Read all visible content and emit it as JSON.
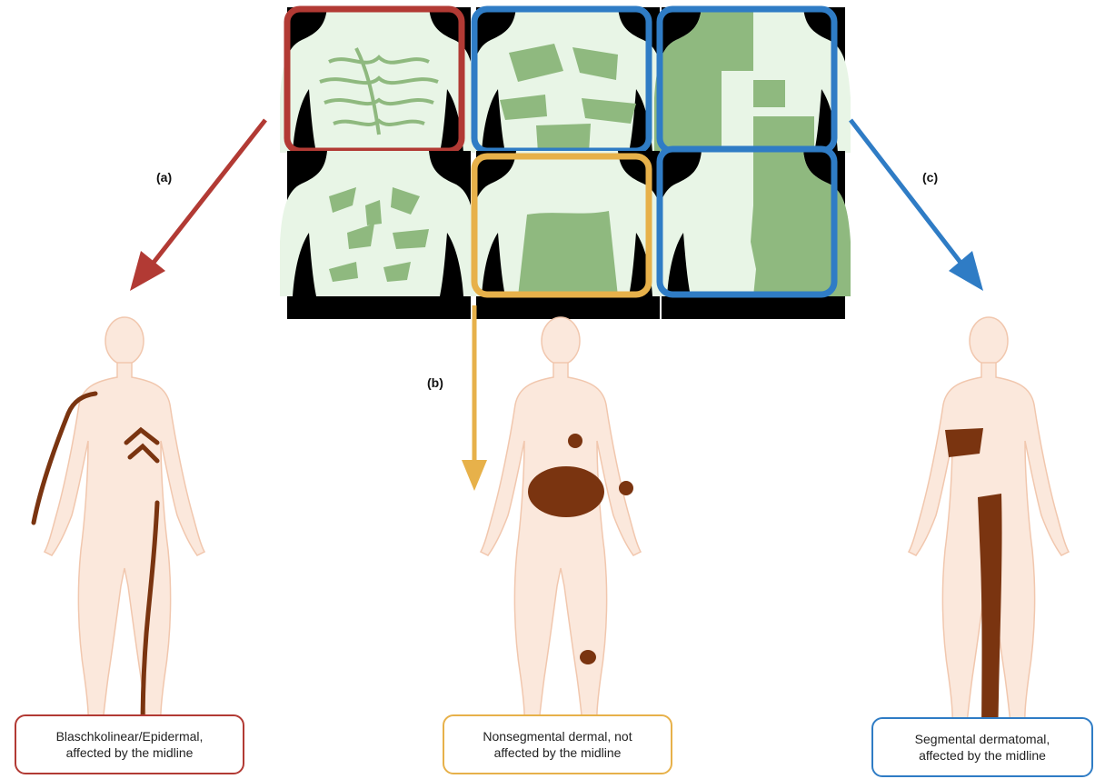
{
  "labels": {
    "a": "(a)",
    "b": "(b)",
    "c": "(c)"
  },
  "captions": {
    "a": {
      "line1": "Blaschkolinear/Epidermal,",
      "line2": "affected by the midline"
    },
    "b": {
      "line1": "Nonsegmental dermal, not",
      "line2": "affected by the midline"
    },
    "c": {
      "line1": "Segmental dermatomal,",
      "line2": "affected by the midline"
    }
  },
  "colors": {
    "red": "#b23a34",
    "orange": "#e7b14a",
    "blue": "#2f7cc5",
    "skin_pale": "#e8f5e6",
    "patch_green": "#8fb97f",
    "body_skin": "#fbe8dc",
    "body_outline": "#f1c7ae",
    "lesion_brown": "#7a3410"
  },
  "icons": {
    "torso_panels": "torso-illustration",
    "arrows": "arrow-icon",
    "figures": "human-body-illustration"
  }
}
